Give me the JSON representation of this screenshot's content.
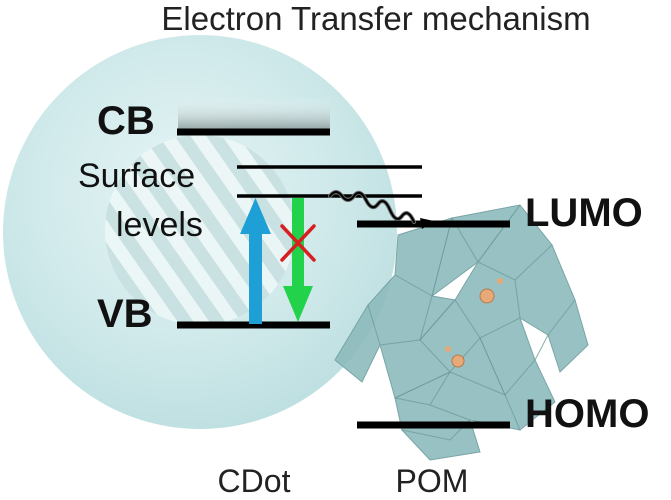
{
  "title": "Electron Transfer mechanism",
  "levels": {
    "cb": "CB",
    "vb": "VB",
    "surface_line1": "Surface",
    "surface_line2": "levels",
    "lumo": "LUMO",
    "homo": "HOMO"
  },
  "captions": {
    "cdot": "CDot",
    "pom": "POM"
  },
  "colors": {
    "cdot_fill": "#cfe9ea",
    "excitation_arrow": "#1ea0d6",
    "recombination_arrow": "#22d24a",
    "blocked_mark": "#d81e1e",
    "pom_polyhedra": "#8fbcbd",
    "pom_atoms": "#e8a978"
  },
  "icons": {
    "transfer": "wavy-arrow-icon",
    "blocked": "red-cross-icon"
  }
}
